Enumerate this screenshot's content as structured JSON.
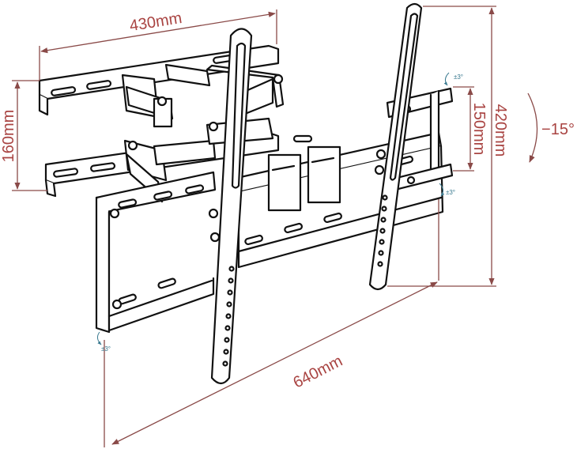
{
  "dimensions": {
    "width_top": "430mm",
    "height_left": "160mm",
    "height_right_inner": "150mm",
    "height_right_outer": "420mm",
    "width_bottom": "640mm"
  },
  "tilt": {
    "angle": "−15°"
  },
  "swivel_tolerances": {
    "top_right": "±3°",
    "right_lower": "±3°",
    "bottom_left": "±3°"
  },
  "colors": {
    "dimension_line": "#8a4a48",
    "dimension_text": "#a94442",
    "line_art": "#111111",
    "tolerance_arrow": "#3a7a90"
  }
}
